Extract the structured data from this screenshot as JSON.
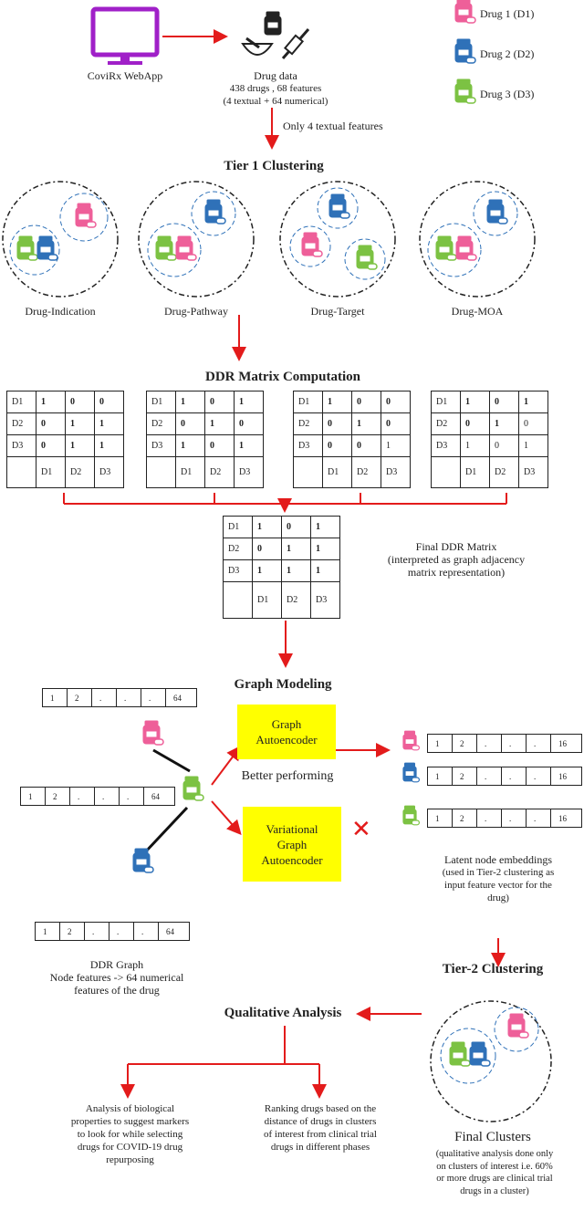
{
  "colors": {
    "drug1": "#ee5f99",
    "drug2": "#2f71b8",
    "drug3": "#7cc243",
    "arrow": "#e31b1b",
    "highlight": "#ffff00",
    "webapp": "#a020c8"
  },
  "top": {
    "webapp_label": "CoviRx WebApp",
    "drug_data_lines": [
      "Drug data",
      "438 drugs , 68 features",
      "(4 textual + 64 numerical)"
    ],
    "only_textual": "Only 4 textual features"
  },
  "legend": [
    "Drug 1 (D1)",
    "Drug 2 (D2)",
    "Drug 3 (D3)"
  ],
  "tier1": {
    "title": "Tier 1 Clustering",
    "clusters": [
      "Drug-Indication",
      "Drug-Pathway",
      "Drug-Target",
      "Drug-MOA"
    ]
  },
  "ddr": {
    "title": "DDR Matrix Computation",
    "row_labels": [
      "D1",
      "D2",
      "D3"
    ],
    "col_labels": [
      "D1",
      "D2",
      "D3"
    ],
    "matrices": [
      [
        [
          "1",
          "0",
          "0"
        ],
        [
          "0",
          "1",
          "1"
        ],
        [
          "0",
          "1",
          "1"
        ]
      ],
      [
        [
          "1",
          "0",
          "1"
        ],
        [
          "0",
          "1",
          "0"
        ],
        [
          "1",
          "0",
          "1"
        ]
      ],
      [
        [
          "1",
          "0",
          "0"
        ],
        [
          "0",
          "1",
          "0"
        ],
        [
          "0",
          "0",
          "1"
        ]
      ],
      [
        [
          "1",
          "0",
          "1"
        ],
        [
          "0",
          "1",
          "0"
        ],
        [
          "1",
          "0",
          "1"
        ]
      ]
    ],
    "final": [
      [
        "1",
        "0",
        "1"
      ],
      [
        "0",
        "1",
        "1"
      ],
      [
        "1",
        "1",
        "1"
      ]
    ],
    "final_caption": [
      "Final DDR Matrix",
      "(interpreted as graph adjacency",
      "matrix representation)"
    ]
  },
  "graph": {
    "title": "Graph Modeling",
    "input_vector": [
      "1",
      "2",
      ".",
      ".",
      ".",
      "64"
    ],
    "output_vector": [
      "1",
      "2",
      ".",
      ".",
      ".",
      "16"
    ],
    "gae_label": [
      "Graph",
      "Autoencoder"
    ],
    "better_performing": "Better performing",
    "vgae_label": [
      "Variational",
      "Graph",
      "Autoencoder"
    ],
    "reject_mark": "✕",
    "ddr_graph_caption": [
      "DDR Graph",
      "Node features -> 64 numerical",
      "features of the drug"
    ],
    "latent_caption": [
      "Latent node embeddings",
      "(used in Tier-2 clustering as",
      "input feature vector for the",
      "drug)"
    ]
  },
  "tier2": {
    "title": "Tier-2 Clustering"
  },
  "qualitative": {
    "title": "Qualitative Analysis",
    "left_text": [
      "Analysis of biological",
      "properties to suggest markers",
      "to look for while selecting",
      "drugs for COVID-19 drug",
      "repurposing"
    ],
    "right_text": [
      "Ranking drugs based on the",
      "distance of drugs in clusters",
      "of interest from clinical trial",
      "drugs in different phases"
    ]
  },
  "final_clusters": {
    "title": "Final Clusters",
    "note": [
      "(qualitative analysis done only",
      "on clusters of interest i.e. 60%",
      "or more drugs are clinical trial",
      "drugs in a cluster)"
    ]
  }
}
